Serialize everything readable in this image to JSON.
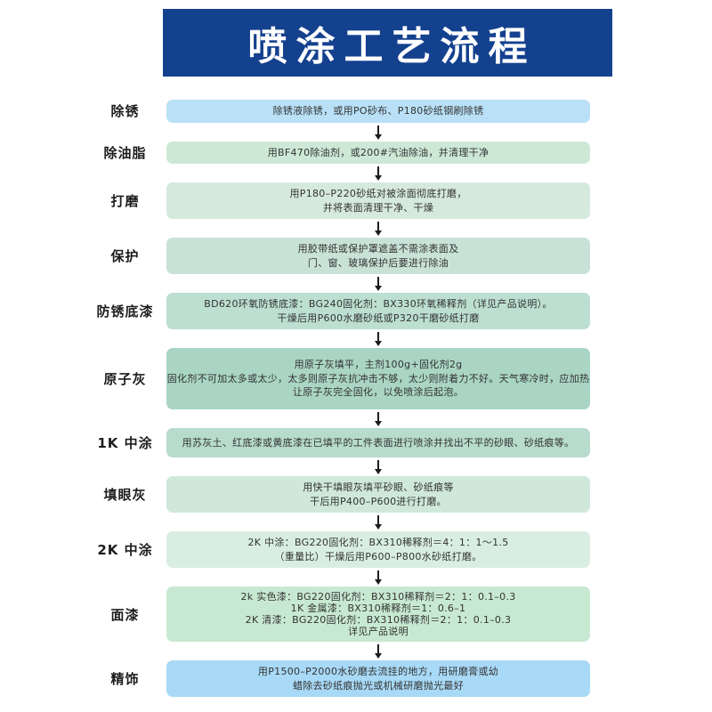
{
  "title": "喷涂工艺流程",
  "colors": {
    "header_bg": "#14418e",
    "header_text": "#ffffff",
    "page_bg": "#ffffff",
    "arrow": "#1c1c1c",
    "body_text": "#333333"
  },
  "flow": {
    "arrow_icon": "down-arrow"
  },
  "steps": [
    {
      "label": "除锈",
      "color": "#b9e0f6",
      "lines": [
        "除锈液除锈，或用PO砂布、P180砂纸钢刷除锈"
      ]
    },
    {
      "label": "除油脂",
      "color": "#cde9d6",
      "lines": [
        "用BF470除油剂，或200#汽油除油，并清理干净"
      ]
    },
    {
      "label": "打磨",
      "color": "#d5e9dc",
      "lines": [
        "用P180–P220砂纸对被涂面彻底打磨，",
        "并将表面清理干净、干燥"
      ]
    },
    {
      "label": "保护",
      "color": "#c9e2d7",
      "lines": [
        "用胶带纸或保护罩遮盖不需涂表面及",
        "门、窗、玻璃保护后要进行除油"
      ]
    },
    {
      "label": "防锈底漆",
      "color": "#bcdfd1",
      "lines": [
        "BD620环氧防锈底漆：BG240固化剂：BX330环氧稀释剂（详见产品说明）。",
        "干燥后用P600水磨砂纸或P320干磨砂纸打磨"
      ]
    },
    {
      "label": "原子灰",
      "color": "#aad5c4",
      "lines": [
        "用原子灰填平，主剂100g+固化剂2g",
        "固化剂不可加太多或太少，太多则原子灰抗冲击不够，太少则附着力不好。天气寒冷时，应加热",
        "让原子灰完全固化，以免喷涂后起泡。"
      ]
    },
    {
      "label": "1K 中涂",
      "color": "#b7dbcc",
      "lines": [
        "用苏灰土、红底漆或黄底漆在已填平的工件表面进行喷涂并找出不平的砂眼、砂纸痕等。"
      ]
    },
    {
      "label": "填眼灰",
      "color": "#cfe8da",
      "lines": [
        "用快干填眼灰填平砂眼、砂纸痕等",
        "干后用P400–P600进行打磨。"
      ]
    },
    {
      "label": "2K 中涂",
      "color": "#d9eee2",
      "lines": [
        "2K 中涂：BG220固化剂：BX310稀释剂＝4：1：1～1.5",
        "（重量比）干燥后用P600–P800水砂纸打磨。"
      ]
    },
    {
      "label": "面漆",
      "color": "#c8e9d1",
      "lines": [
        "2k 实色漆：BG220固化剂：BX310稀释剂＝2：1：0.1–0.3",
        "1K 金属漆：BX310稀释剂＝1：0.6–1",
        "2K 清漆：BG220固化剂：BX310稀释剂＝2：1：0.1–0.3",
        "详见产品说明"
      ]
    },
    {
      "label": "精饰",
      "color": "#a8d9f6",
      "lines": [
        "用P1500–P2000水砂磨去流挂的地方，用研磨膏或幼",
        "蜡除去砂纸痕抛光或机械研磨抛光最好"
      ]
    }
  ]
}
